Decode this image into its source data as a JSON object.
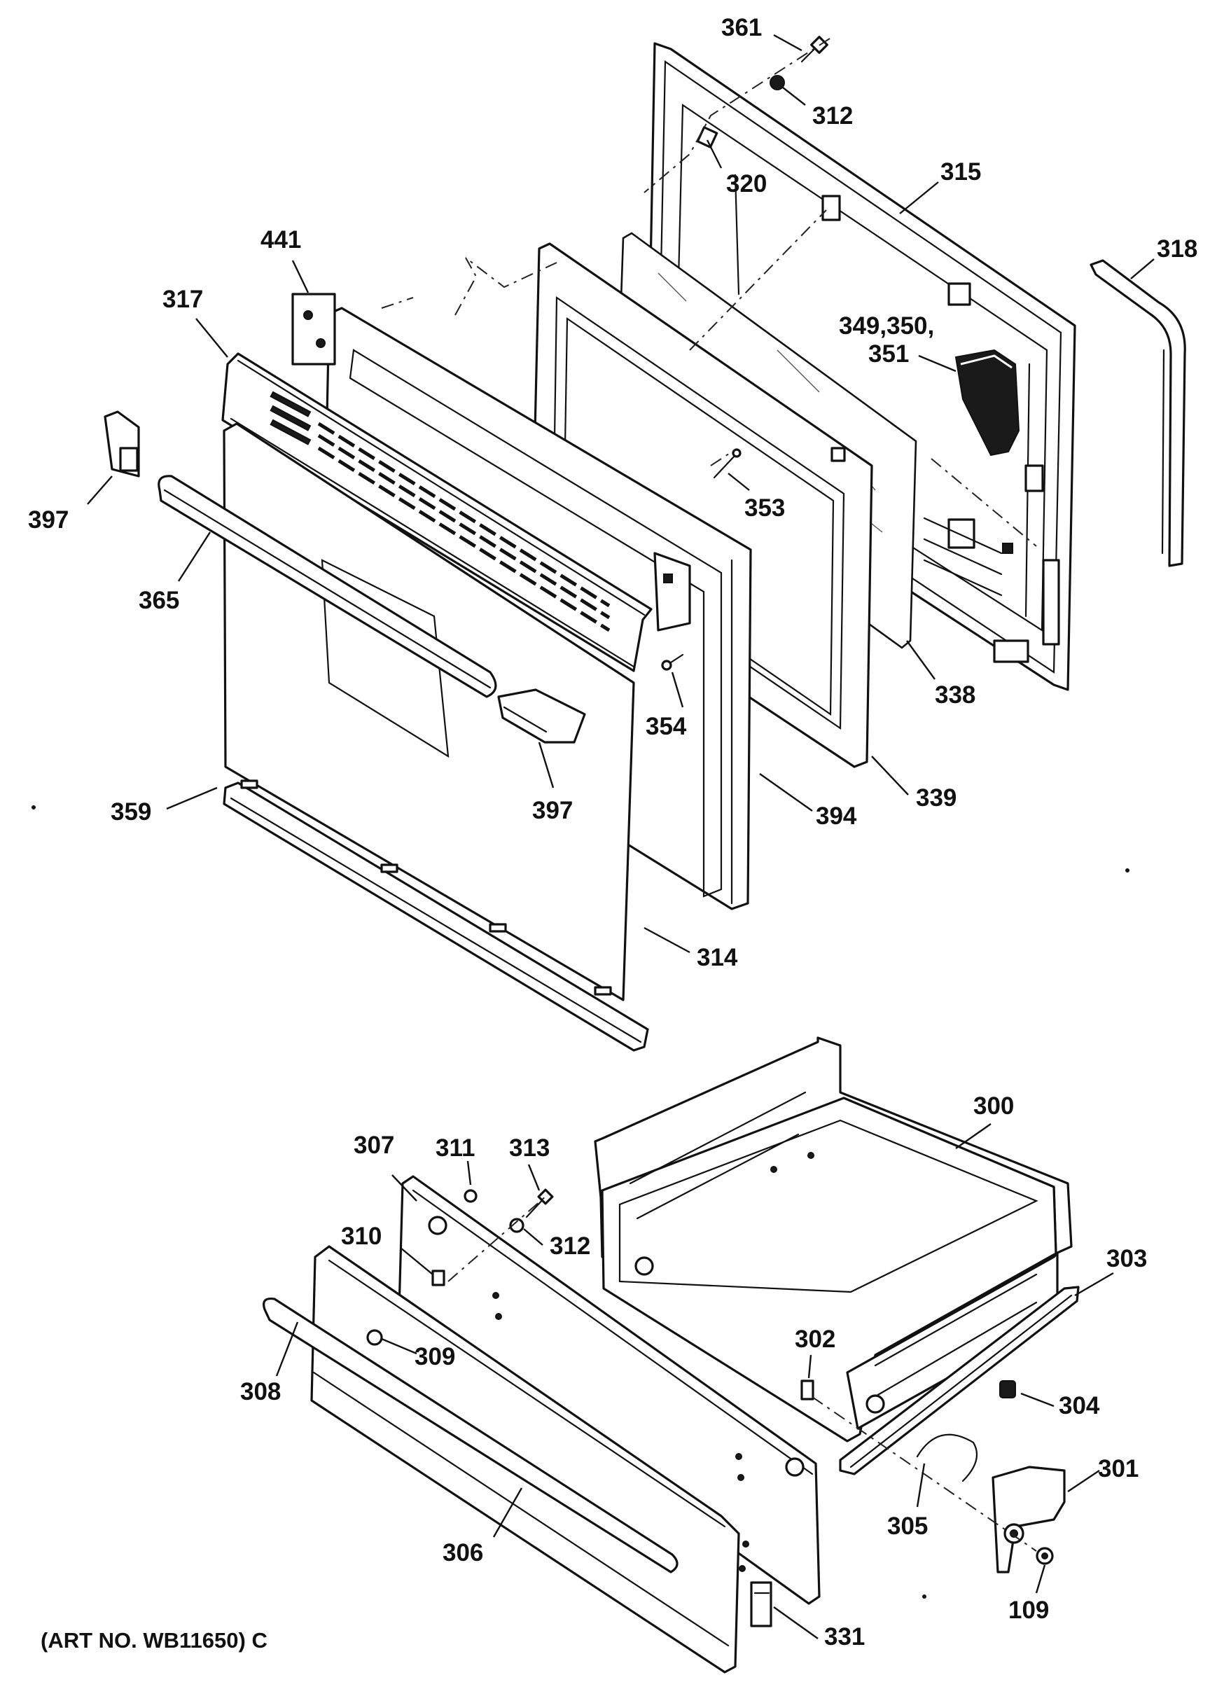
{
  "diagram": {
    "art_number": "(ART NO. WB11650) C",
    "callouts": {
      "p361": "361",
      "p312_top": "312",
      "p320": "320",
      "p315": "315",
      "p318": "318",
      "p441": "441",
      "p317": "317",
      "p349": "349,350,",
      "p351": "351",
      "p397_left": "397",
      "p353": "353",
      "p365": "365",
      "p338": "338",
      "p354": "354",
      "p397_mid": "397",
      "p359": "359",
      "p394": "394",
      "p339": "339",
      "p314": "314",
      "p300": "300",
      "p307": "307",
      "p311": "311",
      "p313": "313",
      "p312_bot": "312",
      "p310": "310",
      "p303": "303",
      "p302": "302",
      "p309": "309",
      "p308": "308",
      "p304": "304",
      "p301": "301",
      "p305": "305",
      "p306": "306",
      "p109": "109",
      "p331": "331"
    }
  }
}
